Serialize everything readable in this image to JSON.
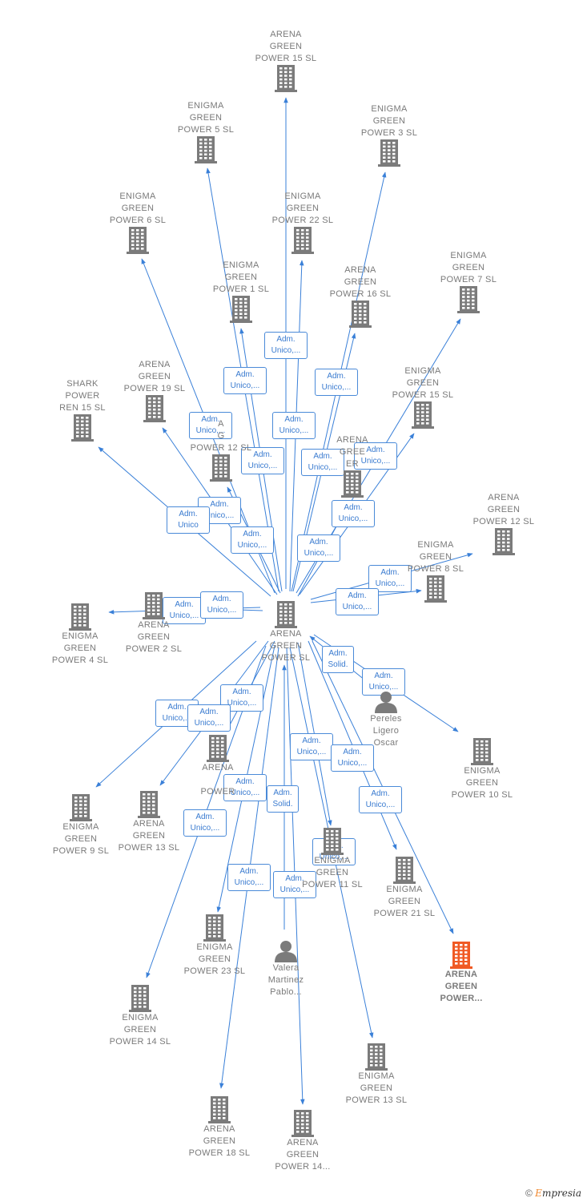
{
  "colors": {
    "edge": "#3a80d8",
    "node": "#7b7b7b",
    "highlight": "#f05a24",
    "badge_text": "#3a7bd0"
  },
  "nodes": [
    {
      "id": "center",
      "lines": [
        "ARENA",
        "GREEN",
        "POWER  SL"
      ],
      "type": "company"
    },
    {
      "id": "ag15",
      "lines": [
        "ARENA",
        "GREEN",
        "POWER 15  SL"
      ],
      "type": "company"
    },
    {
      "id": "eg5",
      "lines": [
        "ENIGMA",
        "GREEN",
        "POWER 5  SL"
      ],
      "type": "company"
    },
    {
      "id": "eg3",
      "lines": [
        "ENIGMA",
        "GREEN",
        "POWER 3  SL"
      ],
      "type": "company"
    },
    {
      "id": "eg6",
      "lines": [
        "ENIGMA",
        "GREEN",
        "POWER 6  SL"
      ],
      "type": "company"
    },
    {
      "id": "eg22",
      "lines": [
        "ENIGMA",
        "GREEN",
        "POWER 22  SL"
      ],
      "type": "company"
    },
    {
      "id": "eg7",
      "lines": [
        "ENIGMA",
        "GREEN",
        "POWER 7  SL"
      ],
      "type": "company"
    },
    {
      "id": "eg1",
      "lines": [
        "ENIGMA",
        "GREEN",
        "POWER 1  SL"
      ],
      "type": "company"
    },
    {
      "id": "ag16",
      "lines": [
        "ARENA",
        "GREEN",
        "POWER 16  SL"
      ],
      "type": "company"
    },
    {
      "id": "ag19",
      "lines": [
        "ARENA",
        "GREEN",
        "POWER 19  SL"
      ],
      "type": "company"
    },
    {
      "id": "eg15",
      "lines": [
        "ENIGMA",
        "GREEN",
        "POWER 15  SL"
      ],
      "type": "company"
    },
    {
      "id": "shark",
      "lines": [
        "SHARK",
        "POWER",
        "REN 15  SL"
      ],
      "type": "company"
    },
    {
      "id": "ag12b",
      "lines": [
        "A",
        "G",
        "POWER 12  SL"
      ],
      "type": "company"
    },
    {
      "id": "ag_hid",
      "lines": [
        "ARENA",
        "GREE",
        "ER"
      ],
      "type": "company"
    },
    {
      "id": "ag12",
      "lines": [
        "ARENA",
        "GREEN",
        "POWER 12  SL"
      ],
      "type": "company"
    },
    {
      "id": "eg8",
      "lines": [
        "ENIGMA",
        "GREEN",
        "POWER 8  SL"
      ],
      "type": "company"
    },
    {
      "id": "eg4",
      "lines": [
        "ENIGMA",
        "GREEN",
        "POWER 4  SL"
      ],
      "type": "company"
    },
    {
      "id": "eg2",
      "lines": [
        "ARENA",
        "GREEN",
        "POWER 2  SL"
      ],
      "type": "company"
    },
    {
      "id": "pereles",
      "lines": [
        "Pereles",
        "Ligero",
        "Oscar"
      ],
      "type": "person"
    },
    {
      "id": "eg10",
      "lines": [
        "ENIGMA",
        "GREEN",
        "POWER 10  SL"
      ],
      "type": "company"
    },
    {
      "id": "ag_mid",
      "lines": [
        "ARENA",
        "",
        "POWER"
      ],
      "type": "company"
    },
    {
      "id": "eg9",
      "lines": [
        "ENIGMA",
        "GREEN",
        "POWER 9  SL"
      ],
      "type": "company"
    },
    {
      "id": "ag13",
      "lines": [
        "ARENA",
        "GREEN",
        "POWER 13  SL"
      ],
      "type": "company"
    },
    {
      "id": "eg11",
      "lines": [
        "ENIGMA",
        "GREEN",
        "POWER 11  SL"
      ],
      "type": "company"
    },
    {
      "id": "eg21",
      "lines": [
        "ENIGMA",
        "GREEN",
        "POWER 21  SL"
      ],
      "type": "company"
    },
    {
      "id": "agp",
      "lines": [
        "ARENA",
        "GREEN",
        "POWER..."
      ],
      "type": "company_highlight"
    },
    {
      "id": "eg23",
      "lines": [
        "ENIGMA",
        "GREEN",
        "POWER 23  SL"
      ],
      "type": "company"
    },
    {
      "id": "valera",
      "lines": [
        "Valera",
        "Martinez",
        "Pablo..."
      ],
      "type": "person"
    },
    {
      "id": "eg14",
      "lines": [
        "ENIGMA",
        "GREEN",
        "POWER 14  SL"
      ],
      "type": "company"
    },
    {
      "id": "eg13",
      "lines": [
        "ENIGMA",
        "GREEN",
        "POWER 13  SL"
      ],
      "type": "company"
    },
    {
      "id": "ag18",
      "lines": [
        "ARENA",
        "GREEN",
        "POWER 18  SL"
      ],
      "type": "company"
    },
    {
      "id": "ag14",
      "lines": [
        "ARENA",
        "GREEN",
        "POWER 14..."
      ],
      "type": "company"
    }
  ],
  "edges": [
    {
      "from": "center",
      "to": "ag15",
      "label": [
        "Adm.",
        "Unico,..."
      ]
    },
    {
      "from": "center",
      "to": "eg5",
      "label": [
        "Adm.",
        "Unico,..."
      ]
    },
    {
      "from": "center",
      "to": "eg3",
      "label": [
        "Adm.",
        "Unico,..."
      ]
    },
    {
      "from": "center",
      "to": "eg6",
      "label": [
        "Adm.",
        "Unico,..."
      ]
    },
    {
      "from": "center",
      "to": "eg22",
      "label": [
        "Adm.",
        "Unico,..."
      ]
    },
    {
      "from": "center",
      "to": "eg7",
      "label": [
        "Adm.",
        "Unico,..."
      ]
    },
    {
      "from": "center",
      "to": "eg1",
      "label": [
        "Adm.",
        "Unico,..."
      ]
    },
    {
      "from": "center",
      "to": "ag16",
      "label": [
        "Adm.",
        "Unico,..."
      ]
    },
    {
      "from": "center",
      "to": "ag19",
      "label": [
        "Adm.",
        "Unico,..."
      ]
    },
    {
      "from": "center",
      "to": "eg15",
      "label": [
        "Adm.",
        "Unico,..."
      ]
    },
    {
      "from": "center",
      "to": "shark",
      "label": [
        "Adm.",
        "Unico"
      ]
    },
    {
      "from": "center",
      "to": "ag12b",
      "label": [
        "Adm.",
        "Unico,..."
      ]
    },
    {
      "from": "center",
      "to": "ag_hid",
      "label": [
        "Adm.",
        "Unico,..."
      ]
    },
    {
      "from": "center",
      "to": "ag12",
      "label": [
        "Adm.",
        "Unico,..."
      ]
    },
    {
      "from": "center",
      "to": "eg8",
      "label": [
        "Adm.",
        "Unico,..."
      ]
    },
    {
      "from": "center",
      "to": "eg4",
      "label": [
        "Adm.",
        "Unico,..."
      ]
    },
    {
      "from": "center",
      "to": "eg2",
      "label": [
        "Adm.",
        "Unico,..."
      ]
    },
    {
      "from": "pereles",
      "to": "center",
      "label": [
        "Adm.",
        "Solid."
      ]
    },
    {
      "from": "center",
      "to": "eg10",
      "label": [
        "Adm.",
        "Unico,..."
      ]
    },
    {
      "from": "center",
      "to": "ag_mid",
      "label": [
        "Adm.",
        "Unico,..."
      ]
    },
    {
      "from": "center",
      "to": "eg9",
      "label": [
        "Adm.",
        "Unico,..."
      ]
    },
    {
      "from": "center",
      "to": "ag13",
      "label": [
        "Adm.",
        "Unico,..."
      ]
    },
    {
      "from": "center",
      "to": "eg11",
      "label": [
        "Adm.",
        "Unico,..."
      ]
    },
    {
      "from": "center",
      "to": "eg21",
      "label": [
        "Adm.",
        "Unico,..."
      ]
    },
    {
      "from": "center",
      "to": "agp",
      "label": [
        "Adm.",
        "Unico,..."
      ]
    },
    {
      "from": "center",
      "to": "eg23",
      "label": [
        "Adm.",
        "Unico,..."
      ]
    },
    {
      "from": "valera",
      "to": "center",
      "label": [
        "Adm.",
        "Solid."
      ]
    },
    {
      "from": "center",
      "to": "eg14",
      "label": [
        "Adm.",
        "Unico,..."
      ]
    },
    {
      "from": "center",
      "to": "eg13",
      "label": [
        "Adm.",
        "Unico,..."
      ]
    },
    {
      "from": "center",
      "to": "ag18",
      "label": [
        "Adm.",
        "Unico,..."
      ]
    },
    {
      "from": "center",
      "to": "ag14",
      "label": [
        "Adm.",
        "Unico,..."
      ]
    }
  ],
  "footer": {
    "copyright": "©",
    "brand_initial": "E",
    "brand_rest": "mpresia"
  }
}
